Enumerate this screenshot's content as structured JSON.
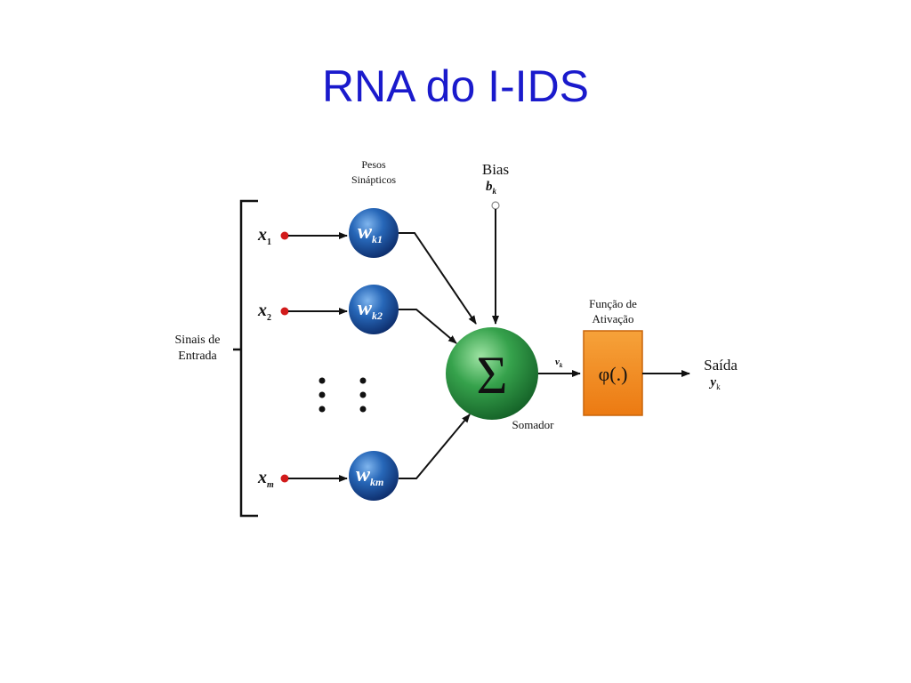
{
  "slide": {
    "title": "RNA do I-IDS",
    "title_color": "#1a1acc"
  },
  "diagram": {
    "colors": {
      "line": "#111111",
      "input_dot": "#d21b1b",
      "weight_node": "#1f5fb0",
      "summation_node": "#2f9a44",
      "activation_box": "#f08a1c",
      "activation_border": "#c8650a"
    },
    "labels": {
      "weights_line1": "Pesos",
      "weights_line2": "Sinápticos",
      "bias": "Bias",
      "bias_symbol_base": "b",
      "bias_symbol_sub": "k",
      "inputs_line1": "Sinais de",
      "inputs_line2": "Entrada",
      "activation_line1": "Função de",
      "activation_line2": "Ativação",
      "activation_function": "φ(.)",
      "summation_symbol": "Σ",
      "summer": "Somador",
      "output": "Saída",
      "output_symbol_base": "y",
      "output_symbol_sub": "k",
      "induced_field_base": "v",
      "induced_field_sub": "k"
    },
    "inputs": [
      {
        "base": "x",
        "sub": "1",
        "weight_base": "w",
        "weight_sub": "k1"
      },
      {
        "base": "x",
        "sub": "2",
        "weight_base": "w",
        "weight_sub": "k2"
      },
      {
        "base": "x",
        "sub": "m",
        "weight_base": "w",
        "weight_sub": "km"
      }
    ]
  }
}
